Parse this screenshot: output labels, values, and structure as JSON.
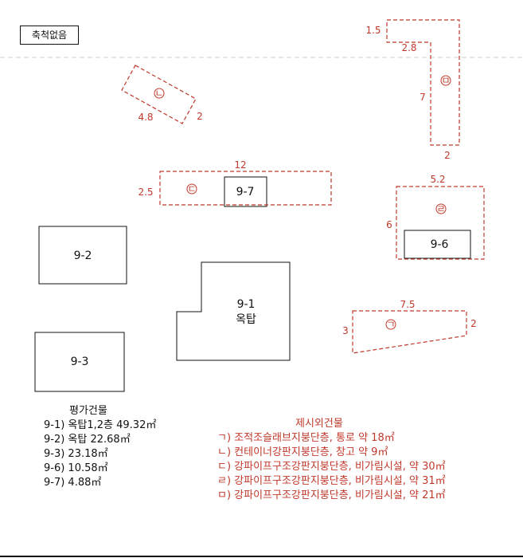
{
  "scale_note": "축척없음",
  "buildings": {
    "b91": {
      "line1": "9-1",
      "line2": "옥탑"
    },
    "b92": "9-2",
    "b93": "9-3",
    "b96": "9-6",
    "b97": "9-7"
  },
  "structures": {
    "giyeok": {
      "symbol": "ㄱ",
      "dims": [
        "7.5",
        "3",
        "2"
      ]
    },
    "nieun": {
      "symbol": "ㄴ",
      "dims": [
        "4.8",
        "2"
      ]
    },
    "digeut": {
      "symbol": "ㄷ",
      "dims": [
        "12",
        "2.5"
      ]
    },
    "rieul": {
      "symbol": "ㄹ",
      "dims": [
        "5.2",
        "6"
      ]
    },
    "mieum": {
      "symbol": "ㅁ",
      "dims": [
        "1.5",
        "2.8",
        "7",
        "2"
      ]
    }
  },
  "eval_legend": {
    "title": "평가건물",
    "items": [
      "9-1) 옥탑1,2층 49.32㎡",
      "9-2) 옥탑 22.68㎡",
      "9-3) 23.18㎡",
      "9-6) 10.58㎡",
      "9-7) 4.88㎡"
    ]
  },
  "ext_legend": {
    "title": "제시외건물",
    "items": [
      "ㄱ) 조적조슬래브지붕단층, 통로 약 18㎡",
      "ㄴ) 컨테이너강판지붕단층, 창고 약 9㎡",
      "ㄷ) 강파이프구조강판지붕단층, 비가림시설, 약 30㎡",
      "ㄹ) 강파이프구조강판지붕단층, 비가림시설, 약 31㎡",
      "ㅁ) 강파이프구조강판지붕단층, 비가림시설, 약 21㎡"
    ]
  },
  "colors": {
    "existing": "#111111",
    "external": "#c0392b",
    "guide": "#cccccc"
  }
}
